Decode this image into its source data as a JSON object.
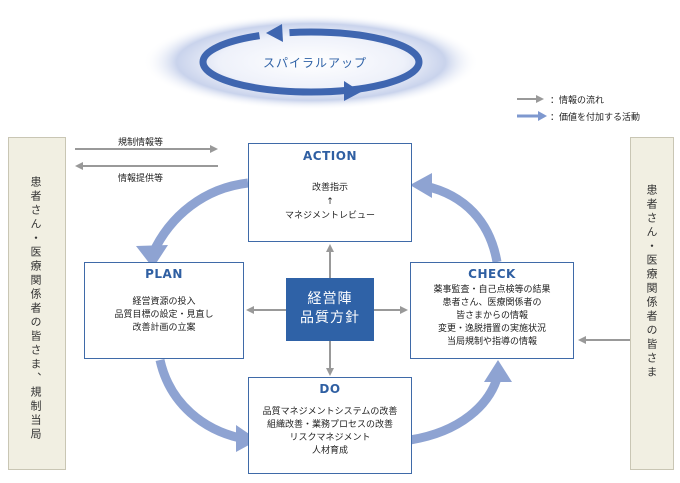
{
  "spiral": {
    "label": "スパイラルアップ"
  },
  "legend": {
    "info_flow": "：情報の流れ",
    "value_add": "：価値を付加する活動",
    "info_flow_color": "#999999",
    "value_add_color": "#7e98cf"
  },
  "left_panel": {
    "text": "患者さん・医療関係者の皆さま、規制当局",
    "arrow_top_label": "規制情報等",
    "arrow_bottom_label": "情報提供等"
  },
  "right_panel": {
    "text": "患者さん・医療関係者の皆さま"
  },
  "policy": {
    "line1": "経営陣",
    "line2": "品質方針"
  },
  "action": {
    "title": "ACTION",
    "lines": [
      "改善指示",
      "↑",
      "マネジメントレビュー"
    ]
  },
  "plan": {
    "title": "PLAN",
    "lines": [
      "経営資源の投入",
      "品質目標の設定・見直し",
      "改善計画の立案"
    ]
  },
  "check": {
    "title": "CHECK",
    "lines": [
      "薬事監査・自己点検等の結果",
      "患者さん、医療関係者の",
      "皆さまからの情報",
      "変更・逸脱措置の実施状況",
      "当局規制や指導の情報"
    ]
  },
  "do": {
    "title": "DO",
    "lines": [
      "品質マネジメントシステムの改善",
      "組織改善・業務プロセスの改善",
      "リスクマネジメント",
      "人材育成"
    ]
  },
  "colors": {
    "box_border": "#3f6aa8",
    "title_blue": "#2f5fa2",
    "policy_fill": "#2f62a7",
    "cycle_arrow": "#8ea3d2",
    "gray_arrow": "#999999",
    "side_fill": "#f1efe2"
  }
}
